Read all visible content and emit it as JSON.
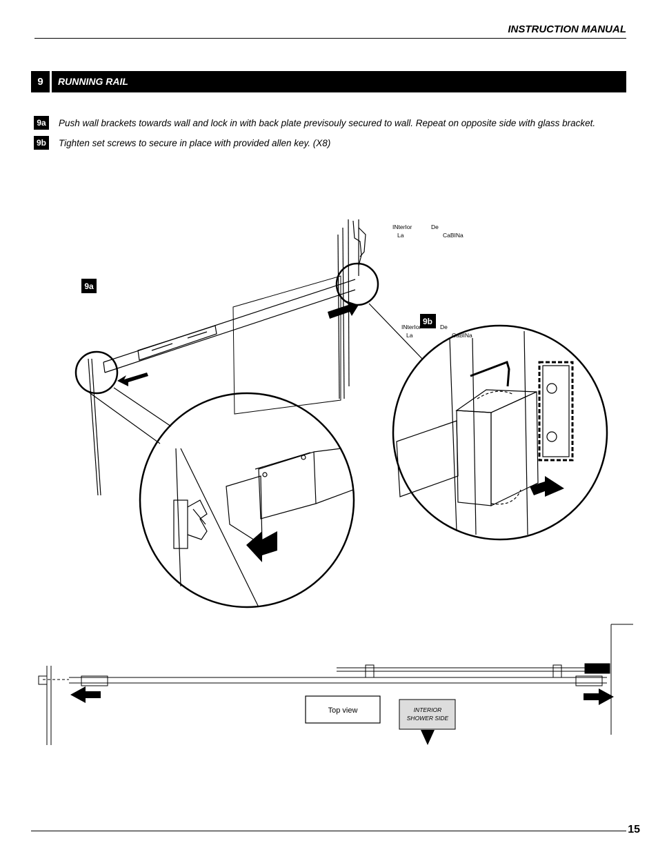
{
  "header": {
    "title": "INSTRUCTION MANUAL"
  },
  "section": {
    "number": "9",
    "title": "RUNNING RAIL"
  },
  "steps": [
    {
      "badge": "9a",
      "text": "Push wall brackets towards wall and lock in with back plate previsouly secured to wall. Repeat on opposite side with glass bracket."
    },
    {
      "badge": "9b",
      "text": "Tighten set screws to secure in place with provided allen key. (X8)"
    }
  ],
  "diagram": {
    "label_9a": "9a",
    "label_9b": "9b",
    "side_label_top": {
      "line1a": "INterIor",
      "line1b": "De",
      "line2a": "La",
      "line2b": "CaBINa"
    },
    "side_label_mid": {
      "line1a": "INterIor",
      "line1b": "De",
      "line2a": "La",
      "line2b": "CaBINa"
    },
    "top_view_label": "Top view",
    "interior_label_line1": "INTERIOR",
    "interior_label_line2": "SHOWER SIDE"
  },
  "footer": {
    "page_number": "15"
  }
}
